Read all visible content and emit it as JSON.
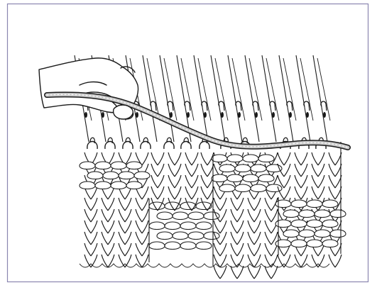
{
  "figure": {
    "icon": "knitting-machine-illustration-icon",
    "colors": {
      "ink": "#1a1a1a",
      "border": "#8a86b0",
      "background": "#ffffff",
      "yarn_fill": "#c9c9c9"
    },
    "panels": [
      {
        "name": "stockinette-left",
        "columns": 5
      },
      {
        "name": "garter-ridge-inset-1",
        "columns": 4
      },
      {
        "name": "stockinette-middle",
        "columns": 4
      },
      {
        "name": "rib-right",
        "columns": 4
      },
      {
        "name": "garter-ridge-inset-2",
        "columns": 4
      }
    ],
    "needle_count": 15
  }
}
